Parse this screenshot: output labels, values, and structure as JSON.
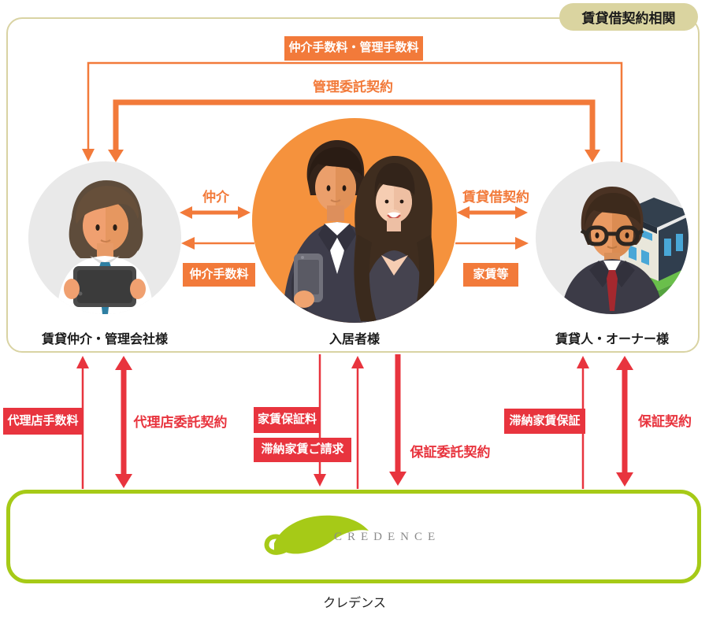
{
  "title_badge": "賃貸借契約相関",
  "actors": {
    "agency": "賃貸仲介・管理会社様",
    "tenant": "入居者様",
    "owner": "賃貸人・オーナー様",
    "credence_logo": "CREDENCE",
    "credence_name": "クレデンス"
  },
  "orange_flows": {
    "fee_to_agency": "仲介手数料・管理手数料",
    "management_contract": "管理委託契約",
    "brokerage": "仲介",
    "brokerage_fee": "仲介手数料",
    "lease_contract": "賃貸借契約",
    "rent": "家賃等"
  },
  "red_flows": {
    "agency_fee": "代理店手数料",
    "agency_contract": "代理店委託契約",
    "rent_guarantee_fee": "家賃保証料",
    "overdue_rent_billing": "滞納家賃ご請求",
    "guarantee_consignment": "保証委託契約",
    "overdue_rent_guarantee": "滞納家賃保証",
    "guarantee_contract": "保証契約"
  },
  "colors": {
    "orange": "#f27a3a",
    "orange_circle": "#f5923d",
    "red": "#e8343e",
    "beige": "#d9d3a3",
    "green": "#a6ca17",
    "gray_circle": "#e9e9e9"
  }
}
